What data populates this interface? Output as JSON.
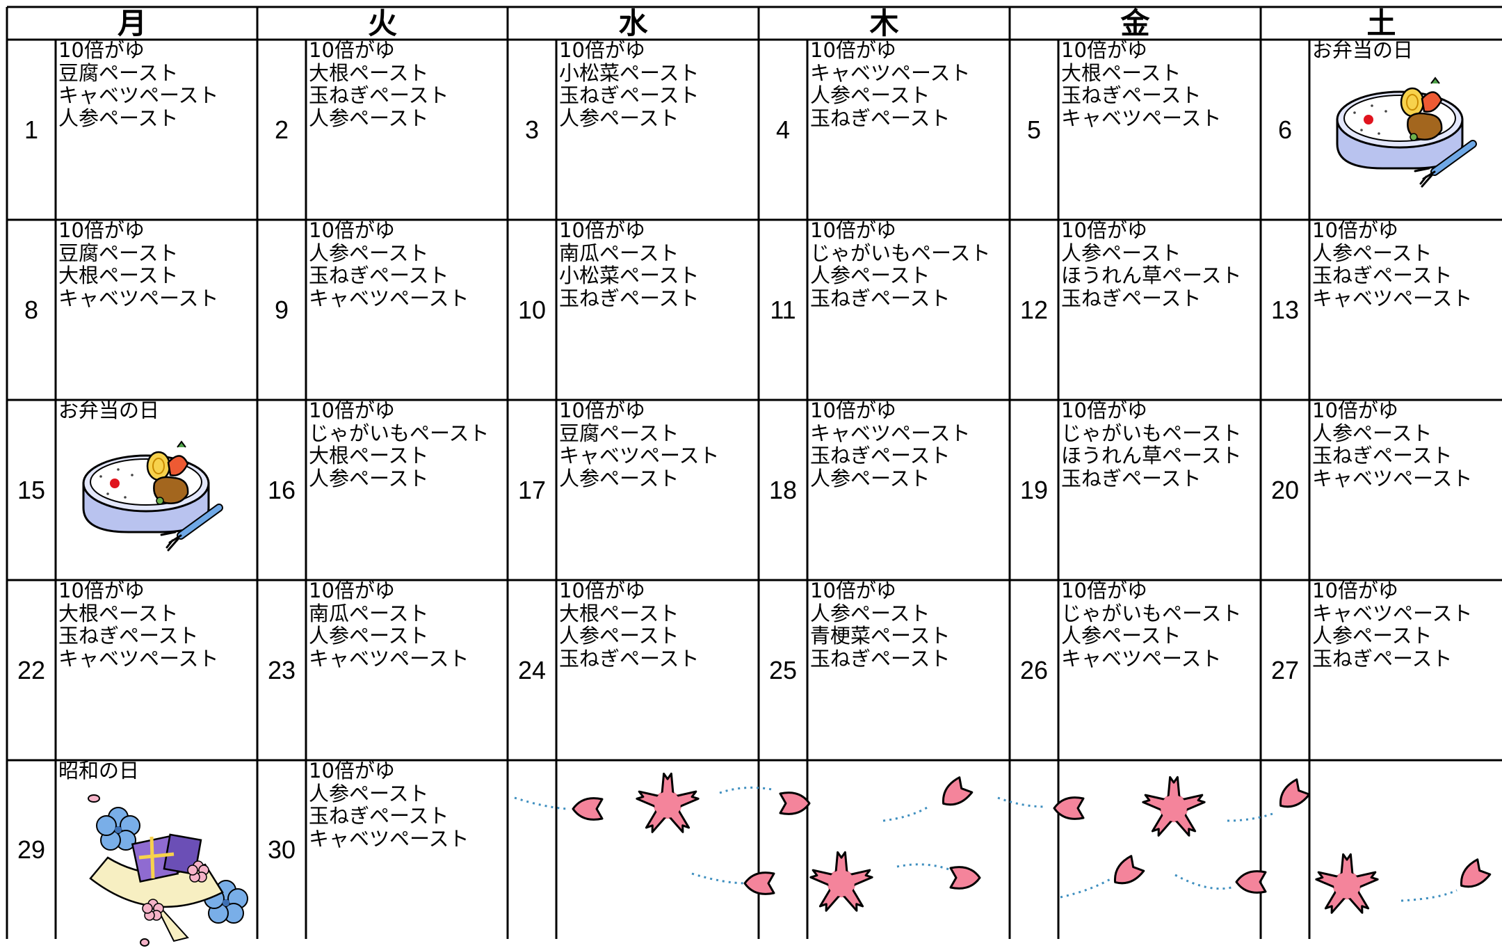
{
  "corner_text": "",
  "weekdays": [
    "月",
    "火",
    "水",
    "木",
    "金",
    "土"
  ],
  "weeks": [
    [
      {
        "day": "1",
        "items": [
          "10倍がゆ",
          "豆腐ペースト",
          "キャベツペースト",
          "人参ペースト"
        ]
      },
      {
        "day": "2",
        "items": [
          "10倍がゆ",
          "大根ペースト",
          "玉ねぎペースト",
          "人参ペースト"
        ]
      },
      {
        "day": "3",
        "items": [
          "10倍がゆ",
          "小松菜ペースト",
          "玉ねぎペースト",
          "人参ペースト"
        ]
      },
      {
        "day": "4",
        "items": [
          "10倍がゆ",
          "キャベツペースト",
          "人参ペースト",
          "玉ねぎペースト"
        ]
      },
      {
        "day": "5",
        "items": [
          "10倍がゆ",
          "大根ペースト",
          "玉ねぎペースト",
          "キャベツペースト"
        ]
      },
      {
        "day": "6",
        "items": [
          "お弁当の日"
        ],
        "picture": "bento-lunchbox"
      }
    ],
    [
      {
        "day": "8",
        "items": [
          "10倍がゆ",
          "豆腐ペースト",
          "大根ペースト",
          "キャベツペースト"
        ]
      },
      {
        "day": "9",
        "items": [
          "10倍がゆ",
          "人参ペースト",
          "玉ねぎペースト",
          "キャベツペースト"
        ]
      },
      {
        "day": "10",
        "items": [
          "10倍がゆ",
          "南瓜ペースト",
          "小松菜ペースト",
          "玉ねぎペースト"
        ]
      },
      {
        "day": "11",
        "items": [
          "10倍がゆ",
          "じゃがいもペースト",
          "人参ペースト",
          "玉ねぎペースト"
        ]
      },
      {
        "day": "12",
        "items": [
          "10倍がゆ",
          "人参ペースト",
          "ほうれん草ペースト",
          "玉ねぎペースト"
        ]
      },
      {
        "day": "13",
        "items": [
          "10倍がゆ",
          "人参ペースト",
          "玉ねぎペースト",
          "キャベツペースト"
        ]
      }
    ],
    [
      {
        "day": "15",
        "items": [
          "お弁当の日"
        ],
        "picture": "bento-lunchbox"
      },
      {
        "day": "16",
        "items": [
          "10倍がゆ",
          "じゃがいもペースト",
          "大根ペースト",
          "人参ペースト"
        ]
      },
      {
        "day": "17",
        "items": [
          "10倍がゆ",
          "豆腐ペースト",
          "キャベツペースト",
          "人参ペースト"
        ]
      },
      {
        "day": "18",
        "items": [
          "10倍がゆ",
          "キャベツペースト",
          "玉ねぎペースト",
          "人参ペースト"
        ]
      },
      {
        "day": "19",
        "items": [
          "10倍がゆ",
          "じゃがいもペースト",
          "ほうれん草ペースト",
          "玉ねぎペースト"
        ]
      },
      {
        "day": "20",
        "items": [
          "10倍がゆ",
          "人参ペースト",
          "玉ねぎペースト",
          "キャベツペースト"
        ]
      }
    ],
    [
      {
        "day": "22",
        "items": [
          "10倍がゆ",
          "大根ペースト",
          "玉ねぎペースト",
          "キャベツペースト"
        ]
      },
      {
        "day": "23",
        "items": [
          "10倍がゆ",
          "南瓜ペースト",
          "人参ペースト",
          "キャベツペースト"
        ]
      },
      {
        "day": "24",
        "items": [
          "10倍がゆ",
          "大根ペースト",
          "人参ペースト",
          "玉ねぎペースト"
        ]
      },
      {
        "day": "25",
        "items": [
          "10倍がゆ",
          "人参ペースト",
          "青梗菜ペースト",
          "玉ねぎペースト"
        ]
      },
      {
        "day": "26",
        "items": [
          "10倍がゆ",
          "じゃがいもペースト",
          "人参ペースト",
          "キャベツペースト"
        ]
      },
      {
        "day": "27",
        "items": [
          "10倍がゆ",
          "キャベツペースト",
          "人参ペースト",
          "玉ねぎペースト"
        ]
      }
    ],
    [
      {
        "day": "29",
        "items": [
          "昭和の日"
        ],
        "picture": "gift-bouquet"
      },
      {
        "day": "30",
        "items": [
          "10倍がゆ",
          "人参ペースト",
          "玉ねぎペースト",
          "キャベツペースト"
        ]
      },
      {
        "day": "",
        "items": [],
        "picture": "sakura-petals"
      },
      {
        "day": "",
        "items": [],
        "picture": "sakura-petals"
      },
      {
        "day": "",
        "items": [],
        "picture": "sakura-petals"
      },
      {
        "day": "",
        "items": [],
        "picture": "sakura-petals"
      }
    ]
  ],
  "colors": {
    "grid": "#000000",
    "sakura": "#f4849b",
    "petal_trail": "#3f8fbf",
    "bento_box": "#b9c3ef",
    "fork": "#6fa8e6",
    "ribbon": "#f7efc2",
    "gift": "#8f6bd1",
    "flower_blue": "#79aee8",
    "flower_pink": "#f6b3c8"
  }
}
